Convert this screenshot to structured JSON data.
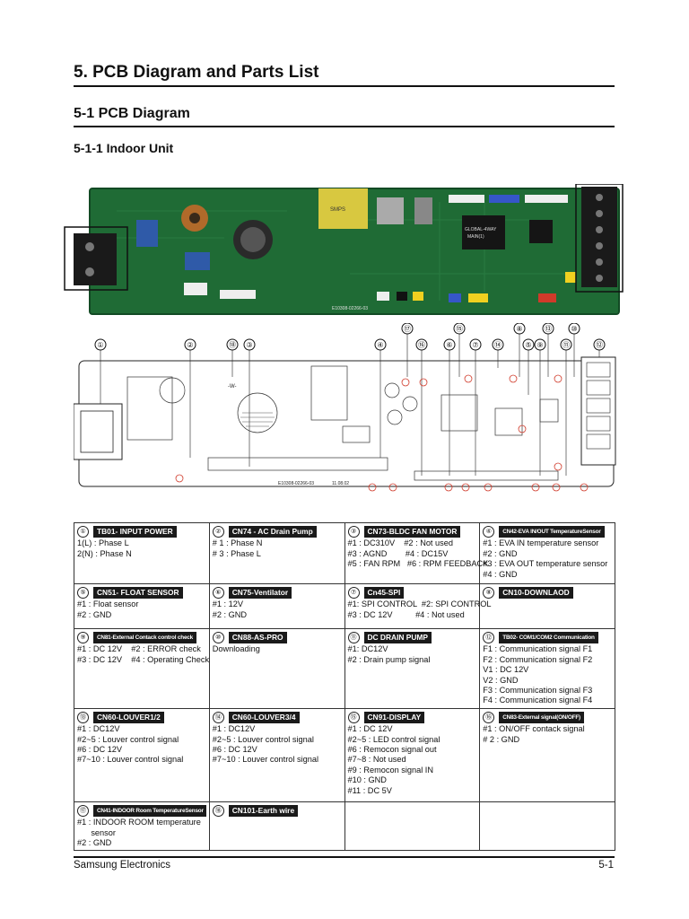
{
  "heading1": "5. PCB Diagram and Parts List",
  "heading2": "5-1 PCB Diagram",
  "heading3": "5-1-1 Indoor Unit",
  "board_labels": {
    "silk1": "GLOBAL-4WAY",
    "silk2": "MAIN(1)",
    "pcb_code": "E10308-02266-03",
    "date": "11.08.02",
    "wm": "-W-"
  },
  "callouts_top": [
    "①",
    "②",
    "⑱",
    "③",
    "④",
    "⑰",
    "⑯",
    "⑥",
    "⑮",
    "⑦",
    "⑧",
    "⑭",
    "⑤",
    "⑬",
    "⑨",
    "⑪",
    "⑩",
    "⑫"
  ],
  "parts": [
    {
      "num": "①",
      "title": "TB01- INPUT POWER",
      "small": false,
      "lines": [
        "1(L) : Phase L",
        "2(N) : Phase N"
      ]
    },
    {
      "num": "②",
      "title": "CN74 - AC Drain Pump",
      "small": false,
      "lines": [
        "# 1 : Phase N",
        "# 3 : Phase L"
      ]
    },
    {
      "num": "③",
      "title": "CN73-BLDC FAN MOTOR",
      "small": false,
      "lines": [
        "#1 : DC310V    #2 : Not used",
        "#3 : AGND        #4 : DC15V",
        "#5 : FAN RPM   #6 : RPM FEEDBACK"
      ]
    },
    {
      "num": "④",
      "title": "CN42-EVA IN/OUT TemperatureSensor",
      "small": true,
      "lines": [
        "#1 : EVA IN temperature sensor",
        "#2 : GND",
        "#3 : EVA OUT temperature sensor",
        "#4 : GND"
      ]
    },
    {
      "num": "⑤",
      "title": "CN51- FLOAT SENSOR",
      "small": false,
      "lines": [
        "#1 : Float sensor",
        "#2 : GND"
      ]
    },
    {
      "num": "⑥",
      "title": "CN75-Ventilator",
      "small": false,
      "lines": [
        "#1 : 12V",
        "#2 : GND"
      ]
    },
    {
      "num": "⑦",
      "title": "Cn45-SPI",
      "small": false,
      "lines": [
        "#1: SPI CONTROL  #2: SPI CONTROL",
        "#3 : DC 12V          #4 : Not used"
      ]
    },
    {
      "num": "⑧",
      "title": "CN10-DOWNLAOD",
      "small": false,
      "lines": []
    },
    {
      "num": "⑨",
      "title": "CN81-External Contack control check",
      "small": true,
      "lines": [
        "#1 : DC 12V    #2 : ERROR check",
        "#3 : DC 12V    #4 : Operating Check"
      ]
    },
    {
      "num": "⑩",
      "title": "CN88-AS-PRO",
      "small": false,
      "lines": [
        "Downloading"
      ]
    },
    {
      "num": "⑪",
      "title": "DC DRAIN PUMP",
      "small": false,
      "lines": [
        "#1: DC12V",
        "#2 : Drain pump signal"
      ]
    },
    {
      "num": "⑫",
      "title": "TB02- COM1/COM2 Communication",
      "small": true,
      "lines": [
        "F1 : Communication signal F1",
        "F2 : Communication signal F2",
        "V1 : DC 12V",
        "V2 : GND",
        "F3 : Communication signal F3",
        "F4 : Communication signal F4"
      ]
    },
    {
      "num": "⑬",
      "title": "CN60-LOUVER1/2",
      "small": false,
      "lines": [
        "#1 : DC12V",
        "#2~5 : Louver control signal",
        "#6 : DC 12V",
        "#7~10 : Louver control signal"
      ]
    },
    {
      "num": "⑭",
      "title": "CN60-LOUVER3/4",
      "small": false,
      "lines": [
        "#1 : DC12V",
        "#2~5 : Louver control signal",
        "#6 : DC 12V",
        "#7~10 : Louver control signal"
      ]
    },
    {
      "num": "⑮",
      "title": "CN91-DISPLAY",
      "small": false,
      "lines": [
        "#1 : DC 12V",
        "#2~5 : LED control signal",
        "#6 : Remocon signal out",
        "#7~8 : Not used",
        "#9 : Remocon signal IN",
        "#10 : GND",
        "#11 : DC 5V"
      ]
    },
    {
      "num": "⑯",
      "title": "CN83-External signal(ON/OFF)",
      "small": true,
      "lines": [
        "#1 : ON/OFF contack signal",
        "# 2 : GND"
      ]
    },
    {
      "num": "⑰",
      "title": "CN41-INDOOR Room TemperatureSensor",
      "small": true,
      "lines": [
        "#1 : INDOOR ROOM temperature",
        "      sensor",
        "#2 : GND"
      ]
    },
    {
      "num": "⑱",
      "title": "CN101-Earth wire",
      "small": false,
      "lines": []
    }
  ],
  "footer": {
    "left": "Samsung Electronics",
    "right": "5-1"
  },
  "colors": {
    "pcb": "#1f6b35",
    "pcb_dark": "#124a24",
    "terminal": "#111111",
    "accent_red": "#d03a2a"
  }
}
